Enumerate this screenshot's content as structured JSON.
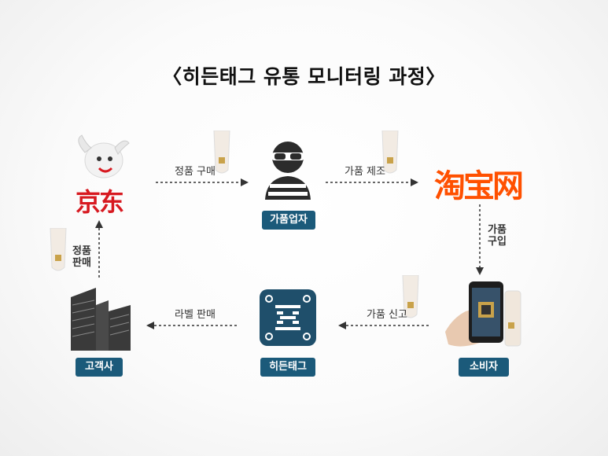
{
  "title": "〈히든태그 유통 모니터링 과정〉",
  "nodes": {
    "jd_logo_text": "京东",
    "taobao_logo_text": "淘宝网",
    "counterfeiter_label": "가품업자",
    "customer_company_label": "고객사",
    "hiddentag_label": "히든태그",
    "consumer_label": "소비자"
  },
  "flows": {
    "genuine_purchase": "정품 구매",
    "counterfeit_making": "가품 제조",
    "counterfeit_buy_line1": "가품",
    "counterfeit_buy_line2": "구입",
    "counterfeit_report": "가품 신고",
    "label_sale": "라벨 판매",
    "genuine_sale_line1": "정품",
    "genuine_sale_line2": "판매"
  },
  "colors": {
    "badge": "#1b5a7a",
    "jd_red": "#d71920",
    "taobao_orange": "#ff5000",
    "hiddentag_bg": "#1f4f6b"
  }
}
